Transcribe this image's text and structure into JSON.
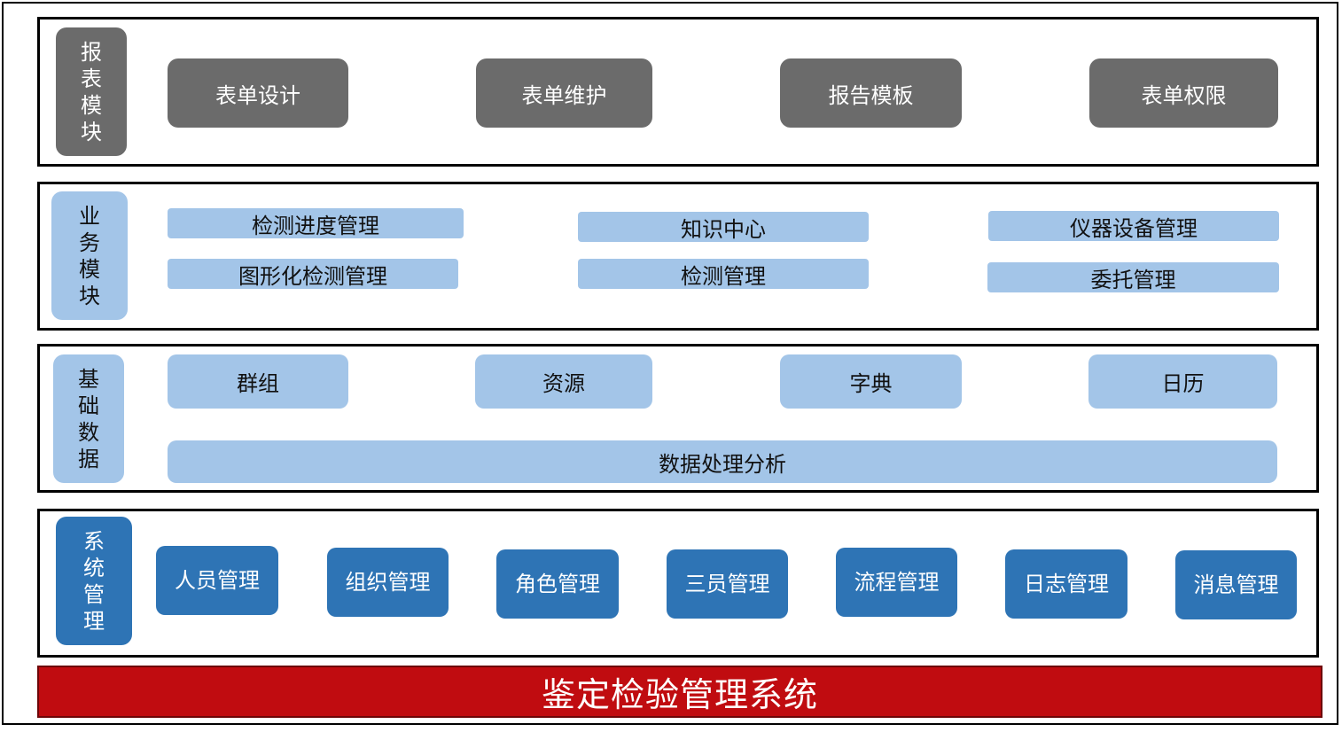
{
  "report_module": {
    "title_chars": [
      "报",
      "表",
      "模",
      "块"
    ],
    "items": [
      "表单设计",
      "表单维护",
      "报告模板",
      "表单权限"
    ]
  },
  "business_module": {
    "title_chars": [
      "业",
      "务",
      "模",
      "块"
    ],
    "items": [
      "检测进度管理",
      "知识中心",
      "仪器设备管理",
      "图形化检测管理",
      "检测管理",
      "委托管理"
    ]
  },
  "base_data": {
    "title_chars": [
      "基",
      "础",
      "数",
      "据"
    ],
    "items": [
      "群组",
      "资源",
      "字典",
      "日历"
    ],
    "wide_item": "数据处理分析"
  },
  "system_management": {
    "title_chars": [
      "系",
      "统",
      "管",
      "理"
    ],
    "items": [
      "人员管理",
      "组织管理",
      "角色管理",
      "三员管理",
      "流程管理",
      "日志管理",
      "消息管理"
    ]
  },
  "system_title": "鉴定检验管理系统",
  "colors": {
    "gray": "#6b6b6b",
    "light_blue": "#a3c5e8",
    "blue": "#2e74b5",
    "red": "#c00c10"
  }
}
